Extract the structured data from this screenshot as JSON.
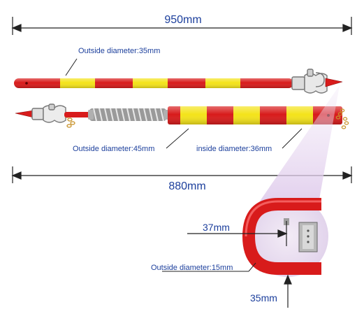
{
  "dimensions": {
    "total_length": "950mm",
    "body_length": "880mm",
    "hook_width": "37mm",
    "hook_depth": "35mm"
  },
  "labels": {
    "upper_outside_diameter": "Outside diameter:35mm",
    "lower_outside_diameter": "Outside diameter:45mm",
    "lower_inside_diameter": "inside diameter:36mm",
    "hook_outside_diameter": "Outside diameter:15mm"
  },
  "colors": {
    "pole_red": "#d81b1b",
    "pole_yellow": "#f4e31a",
    "dimension_line": "#222222",
    "label_text": "#1c3f9c",
    "zoom_cone": "#e6d6f0"
  }
}
